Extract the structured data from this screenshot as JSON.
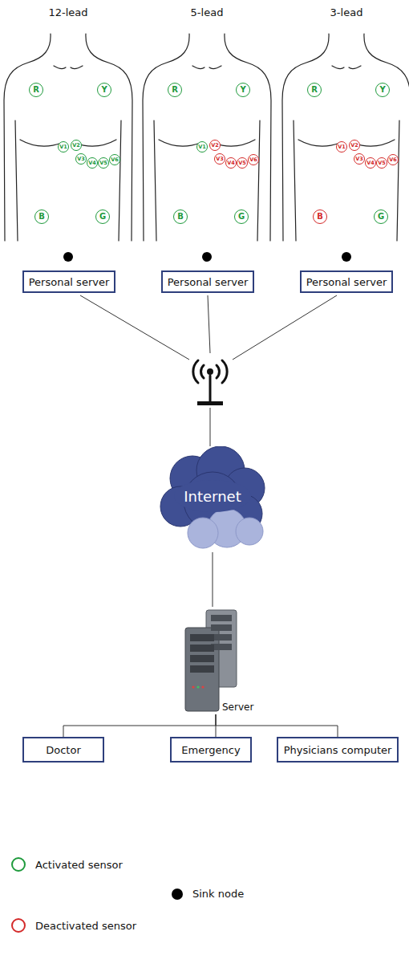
{
  "diagram": {
    "nodes": [
      {
        "text": [
          "R"
        ]
      },
      {
        "text": [
          "Y"
        ]
      },
      {
        "text": [
          "V1"
        ]
      },
      {
        "text": [
          "V2"
        ]
      },
      {
        "text": [
          "V3"
        ]
      },
      {
        "text": [
          "V4"
        ]
      },
      {
        "text": [
          "V5"
        ]
      },
      {
        "text": [
          "V6"
        ]
      },
      {
        "text": [
          "B"
        ]
      },
      {
        "text": [
          "G"
        ]
      },
      {
        "text": [
          "R"
        ]
      },
      {
        "text": [
          "Y"
        ]
      },
      {
        "text": [
          "V1"
        ]
      },
      {
        "text": [
          "V2"
        ]
      },
      {
        "text": [
          "V3"
        ]
      },
      {
        "text": [
          "V4"
        ]
      },
      {
        "text": [
          "V5"
        ]
      },
      {
        "text": [
          "V6"
        ]
      },
      {
        "text": [
          "B"
        ]
      },
      {
        "text": [
          "G"
        ]
      },
      {
        "text": [
          "R"
        ]
      },
      {
        "text": [
          "Y"
        ]
      },
      {
        "text": [
          "V1"
        ]
      },
      {
        "text": [
          "V2"
        ]
      },
      {
        "text": [
          "V3"
        ]
      },
      {
        "text": [
          "V4"
        ]
      },
      {
        "text": [
          "V5"
        ]
      },
      {
        "text": [
          "V6"
        ]
      },
      {
        "text": [
          "B"
        ]
      },
      {
        "text": [
          "G"
        ]
      },
      {
        "text": [
          "Personal server"
        ]
      },
      {
        "text": [
          "Personal server"
        ]
      },
      {
        "text": [
          "Personal server"
        ]
      },
      {
        "text": [
          "Internet"
        ]
      },
      {
        "text": [
          "Server"
        ]
      },
      {
        "text": [
          "Doctor"
        ]
      },
      {
        "text": [
          "Emergency"
        ]
      },
      {
        "text": [
          "Physicians computer"
        ]
      }
    ],
    "edges": [
      {
        "from": 33,
        "to": 34,
        "arrow": "none"
      },
      {
        "from": 34,
        "to": 35,
        "arrow": "none"
      },
      {
        "from": 34,
        "to": 36,
        "arrow": "none"
      },
      {
        "from": 34,
        "to": 37,
        "arrow": "none"
      }
    ],
    "labels": [
      "12-lead",
      "5-lead",
      "3-lead"
    ],
    "legend": [
      {
        "text": "Activated sensor",
        "color": "#1e9a3c"
      },
      {
        "text": "Deactivated sensor",
        "color": "#d42a2a"
      },
      {
        "text": "Sink node",
        "color": "#000000"
      }
    ]
  }
}
